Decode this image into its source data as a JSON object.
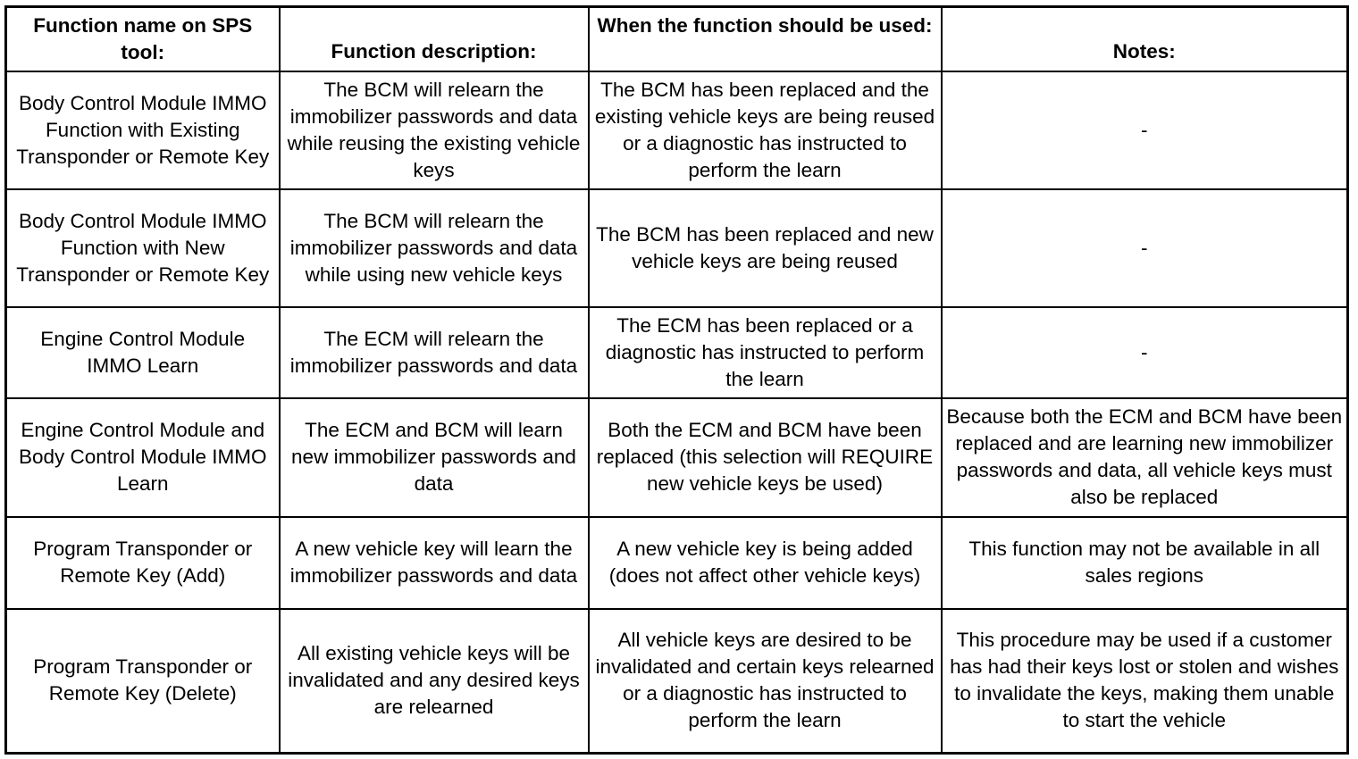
{
  "table": {
    "headers": [
      "Function name on SPS tool:",
      "Function description:",
      "When the function should be used:",
      "Notes:"
    ],
    "rows": [
      [
        "Body Control Module IMMO Function with Existing Transponder or Remote Key",
        "The BCM will relearn the immobilizer passwords and data while reusing the existing vehicle keys",
        "The BCM has been replaced and the existing vehicle keys are being reused or a diagnostic has instructed to perform the learn",
        "-"
      ],
      [
        "Body Control Module IMMO Function with New Transponder or Remote Key",
        "The BCM will relearn the immobilizer passwords and data while using new vehicle keys",
        "The BCM has been replaced and new vehicle keys are being reused",
        "-"
      ],
      [
        "Engine Control Module IMMO Learn",
        "The ECM will relearn the immobilizer passwords and data",
        "The ECM has been replaced or a diagnostic has instructed to perform the learn",
        "-"
      ],
      [
        "Engine Control Module and Body Control Module IMMO Learn",
        "The ECM and BCM will learn new immobilizer passwords and data",
        "Both the ECM and BCM have been replaced (this selection will REQUIRE new vehicle keys be used)",
        "Because both the ECM and BCM have been replaced and are learning new immobilizer passwords and data, all vehicle keys must also be replaced"
      ],
      [
        "Program Transponder or Remote Key (Add)",
        "A new vehicle key will learn the immobilizer passwords and data",
        "A new vehicle key is being added (does not affect other vehicle keys)",
        "This function may not be available in all sales regions"
      ],
      [
        "Program Transponder or Remote Key (Delete)",
        "All existing vehicle keys will be invalidated and any desired keys are relearned",
        "All vehicle keys are desired to be invalidated and certain keys relearned or a diagnostic has instructed to perform the learn",
        "This procedure may be used if a customer has had their keys lost or stolen and wishes to invalidate the keys, making them unable to start the vehicle"
      ]
    ]
  }
}
